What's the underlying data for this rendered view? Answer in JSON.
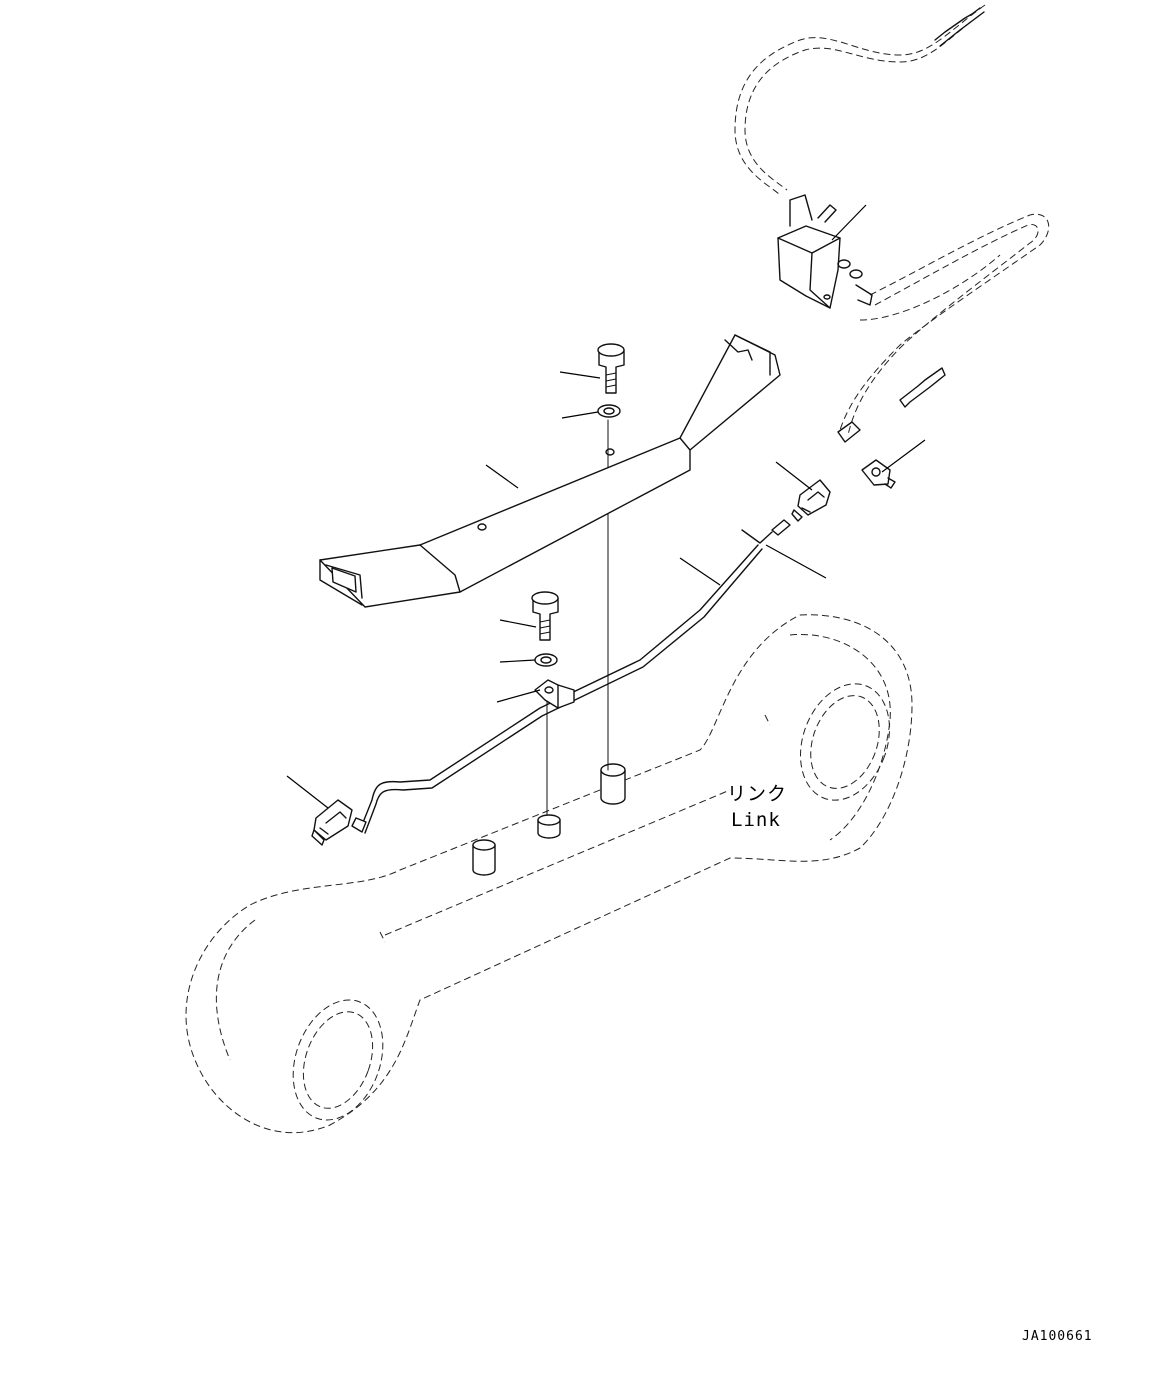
{
  "labels": {
    "link_jp": "リンク",
    "link_en": "Link"
  },
  "figure_code": "JA100661"
}
